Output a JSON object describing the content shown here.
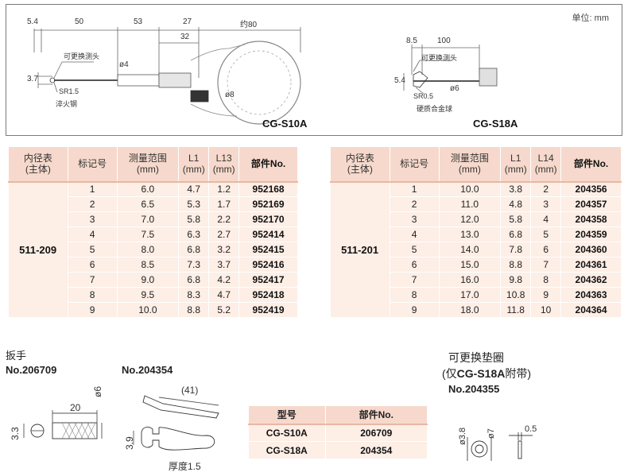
{
  "top_panel": {
    "unit": "单位: mm",
    "s10a": {
      "model": "CG-S10A",
      "dims": [
        "5.4",
        "50",
        "53",
        "27",
        "32",
        "约80",
        "3.7",
        "ø4",
        "ø8"
      ],
      "note_replace": "可更换测头",
      "note_sr": "SR1.5",
      "note_material": "淬火钢"
    },
    "s18a": {
      "model": "CG-S18A",
      "dims": [
        "8.5",
        "100",
        "5.4",
        "ø6"
      ],
      "note_replace": "可更换测头",
      "note_sr": "SR0.5",
      "note_material": "硬质合金球"
    }
  },
  "table_left": {
    "headers": [
      "内径表\n(主体)",
      "标记号",
      "测量范围\n(mm)",
      "L1\n(mm)",
      "L13\n(mm)",
      "部件No."
    ],
    "model": "511-209",
    "rows": [
      [
        "1",
        "6.0",
        "4.7",
        "1.2",
        "952168"
      ],
      [
        "2",
        "6.5",
        "5.3",
        "1.7",
        "952169"
      ],
      [
        "3",
        "7.0",
        "5.8",
        "2.2",
        "952170"
      ],
      [
        "4",
        "7.5",
        "6.3",
        "2.7",
        "952414"
      ],
      [
        "5",
        "8.0",
        "6.8",
        "3.2",
        "952415"
      ],
      [
        "6",
        "8.5",
        "7.3",
        "3.7",
        "952416"
      ],
      [
        "7",
        "9.0",
        "6.8",
        "4.2",
        "952417"
      ],
      [
        "8",
        "9.5",
        "8.3",
        "4.7",
        "952418"
      ],
      [
        "9",
        "10.0",
        "8.8",
        "5.2",
        "952419"
      ]
    ]
  },
  "table_right": {
    "headers": [
      "内径表\n(主体)",
      "标记号",
      "测量范围\n(mm)",
      "L1\n(mm)",
      "L14\n(mm)",
      "部件No."
    ],
    "model": "511-201",
    "rows": [
      [
        "1",
        "10.0",
        "3.8",
        "2",
        "204356"
      ],
      [
        "2",
        "11.0",
        "4.8",
        "3",
        "204357"
      ],
      [
        "3",
        "12.0",
        "5.8",
        "4",
        "204358"
      ],
      [
        "4",
        "13.0",
        "6.8",
        "5",
        "204359"
      ],
      [
        "5",
        "14.0",
        "7.8",
        "6",
        "204360"
      ],
      [
        "6",
        "15.0",
        "8.8",
        "7",
        "204361"
      ],
      [
        "7",
        "16.0",
        "9.8",
        "8",
        "204362"
      ],
      [
        "8",
        "17.0",
        "10.8",
        "9",
        "204363"
      ],
      [
        "9",
        "18.0",
        "11.8",
        "10",
        "204364"
      ]
    ]
  },
  "wrench": {
    "title": "扳手",
    "no_a": "No.206709",
    "no_b": "No.204354",
    "dims_a": [
      "20",
      "ø6",
      "3.3"
    ],
    "dims_b": [
      "(41)",
      "3.9",
      "厚度1.5"
    ]
  },
  "table_small": {
    "headers": [
      "型号",
      "部件No."
    ],
    "rows": [
      [
        "CG-S10A",
        "206709"
      ],
      [
        "CG-S18A",
        "204354"
      ]
    ]
  },
  "washer": {
    "title1": "可更换垫圈",
    "title2_prefix": "(仅",
    "title2_bold": "CG-S18A",
    "title2_suffix": "附带)",
    "no": "No.204355",
    "dims": [
      "ø3.8",
      "ø7",
      "0.5"
    ]
  }
}
